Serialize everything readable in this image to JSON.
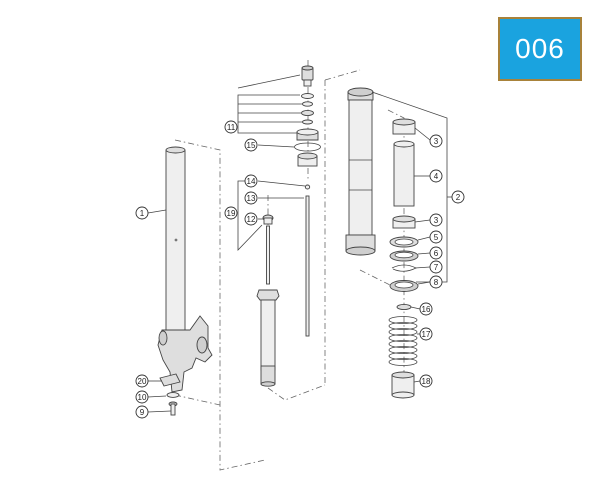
{
  "page_badge": "006",
  "colors": {
    "badge_bg": "#1aa3df",
    "badge_border": "#a8823a",
    "badge_text": "#ffffff"
  },
  "callouts": [
    "1",
    "2",
    "3",
    "4",
    "3",
    "5",
    "6",
    "7",
    "8",
    "9",
    "10",
    "11",
    "12",
    "13",
    "14",
    "15",
    "16",
    "17",
    "18",
    "19",
    "20"
  ]
}
